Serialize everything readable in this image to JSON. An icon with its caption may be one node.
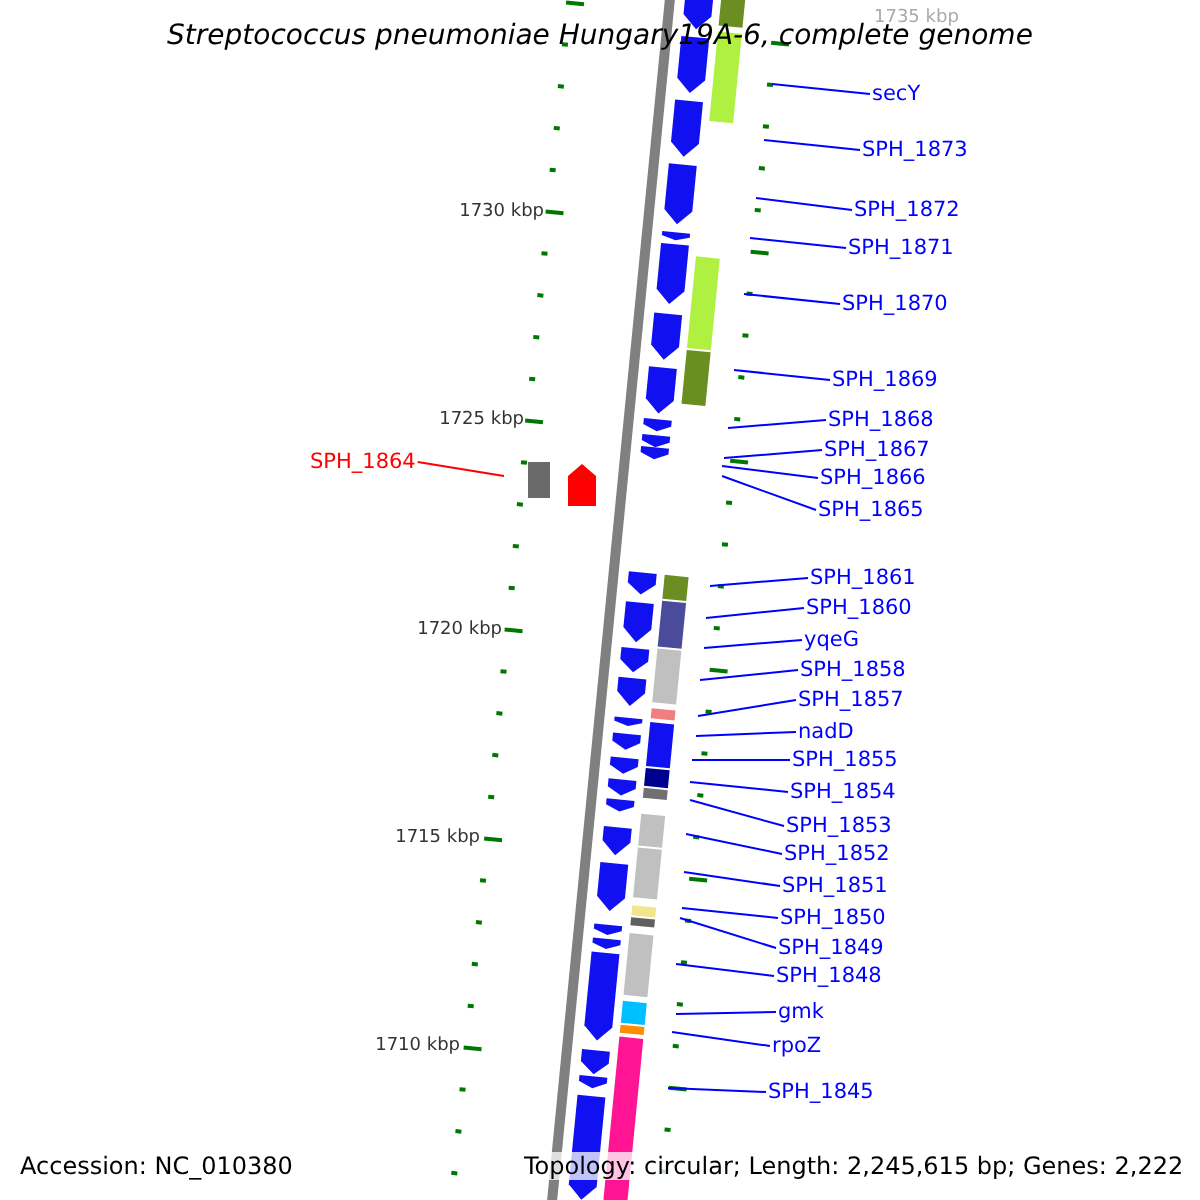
{
  "diagram": {
    "title": "Streptococcus pneumoniae Hungary19A-6, complete genome",
    "nodes": [
      {
        "text": [
          "secY"
        ]
      },
      {
        "text": [
          "SPH_1873"
        ]
      },
      {
        "text": [
          "SPH_1872"
        ]
      },
      {
        "text": [
          "SPH_1871"
        ]
      },
      {
        "text": [
          "SPH_1870"
        ]
      },
      {
        "text": [
          "SPH_1869"
        ]
      },
      {
        "text": [
          "SPH_1868"
        ]
      },
      {
        "text": [
          "SPH_1867"
        ]
      },
      {
        "text": [
          "SPH_1866"
        ]
      },
      {
        "text": [
          "SPH_1865"
        ]
      },
      {
        "text": [
          "SPH_1864"
        ]
      },
      {
        "text": [
          "SPH_1861"
        ]
      },
      {
        "text": [
          "SPH_1860"
        ]
      },
      {
        "text": [
          "yqeG"
        ]
      },
      {
        "text": [
          "SPH_1858"
        ]
      },
      {
        "text": [
          "SPH_1857"
        ]
      },
      {
        "text": [
          "nadD"
        ]
      },
      {
        "text": [
          "SPH_1855"
        ]
      },
      {
        "text": [
          "SPH_1854"
        ]
      },
      {
        "text": [
          "SPH_1853"
        ]
      },
      {
        "text": [
          "SPH_1852"
        ]
      },
      {
        "text": [
          "SPH_1851"
        ]
      },
      {
        "text": [
          "SPH_1850"
        ]
      },
      {
        "text": [
          "SPH_1849"
        ]
      },
      {
        "text": [
          "SPH_1848"
        ]
      },
      {
        "text": [
          "gmk"
        ]
      },
      {
        "text": [
          "rpoZ"
        ]
      },
      {
        "text": [
          "SPH_1845"
        ]
      }
    ],
    "edges": [
      {
        "from": 0,
        "to": null,
        "arrow": "none"
      },
      {
        "from": 1,
        "to": null,
        "arrow": "none"
      },
      {
        "from": 2,
        "to": null,
        "arrow": "none"
      },
      {
        "from": 3,
        "to": null,
        "arrow": "none"
      },
      {
        "from": 4,
        "to": null,
        "arrow": "none"
      },
      {
        "from": 5,
        "to": null,
        "arrow": "none"
      },
      {
        "from": 6,
        "to": null,
        "arrow": "none"
      },
      {
        "from": 7,
        "to": null,
        "arrow": "none"
      },
      {
        "from": 8,
        "to": null,
        "arrow": "none"
      },
      {
        "from": 9,
        "to": null,
        "arrow": "none"
      },
      {
        "from": 10,
        "to": null,
        "arrow": "none",
        "color": "#ff0000"
      },
      {
        "from": 11,
        "to": null,
        "arrow": "none"
      },
      {
        "from": 12,
        "to": null,
        "arrow": "none"
      },
      {
        "from": 13,
        "to": null,
        "arrow": "none"
      },
      {
        "from": 14,
        "to": null,
        "arrow": "none"
      },
      {
        "from": 15,
        "to": null,
        "arrow": "none"
      },
      {
        "from": 16,
        "to": null,
        "arrow": "none"
      },
      {
        "from": 17,
        "to": null,
        "arrow": "none"
      },
      {
        "from": 18,
        "to": null,
        "arrow": "none"
      },
      {
        "from": 19,
        "to": null,
        "arrow": "none"
      },
      {
        "from": 20,
        "to": null,
        "arrow": "none"
      },
      {
        "from": 21,
        "to": null,
        "arrow": "none"
      },
      {
        "from": 22,
        "to": null,
        "arrow": "none"
      },
      {
        "from": 23,
        "to": null,
        "arrow": "none"
      },
      {
        "from": 24,
        "to": null,
        "arrow": "none"
      },
      {
        "from": 25,
        "to": null,
        "arrow": "none"
      },
      {
        "from": 26,
        "to": null,
        "arrow": "none"
      },
      {
        "from": 27,
        "to": null,
        "arrow": "none"
      }
    ],
    "labels": [
      "1735 kbp",
      "1730 kbp",
      "1725 kbp",
      "1720 kbp",
      "1715 kbp",
      "1710 kbp",
      "Accession: NC_010380",
      "Topology: circular; Length: 2,245,615 bp; Genes: 2,222"
    ]
  }
}
